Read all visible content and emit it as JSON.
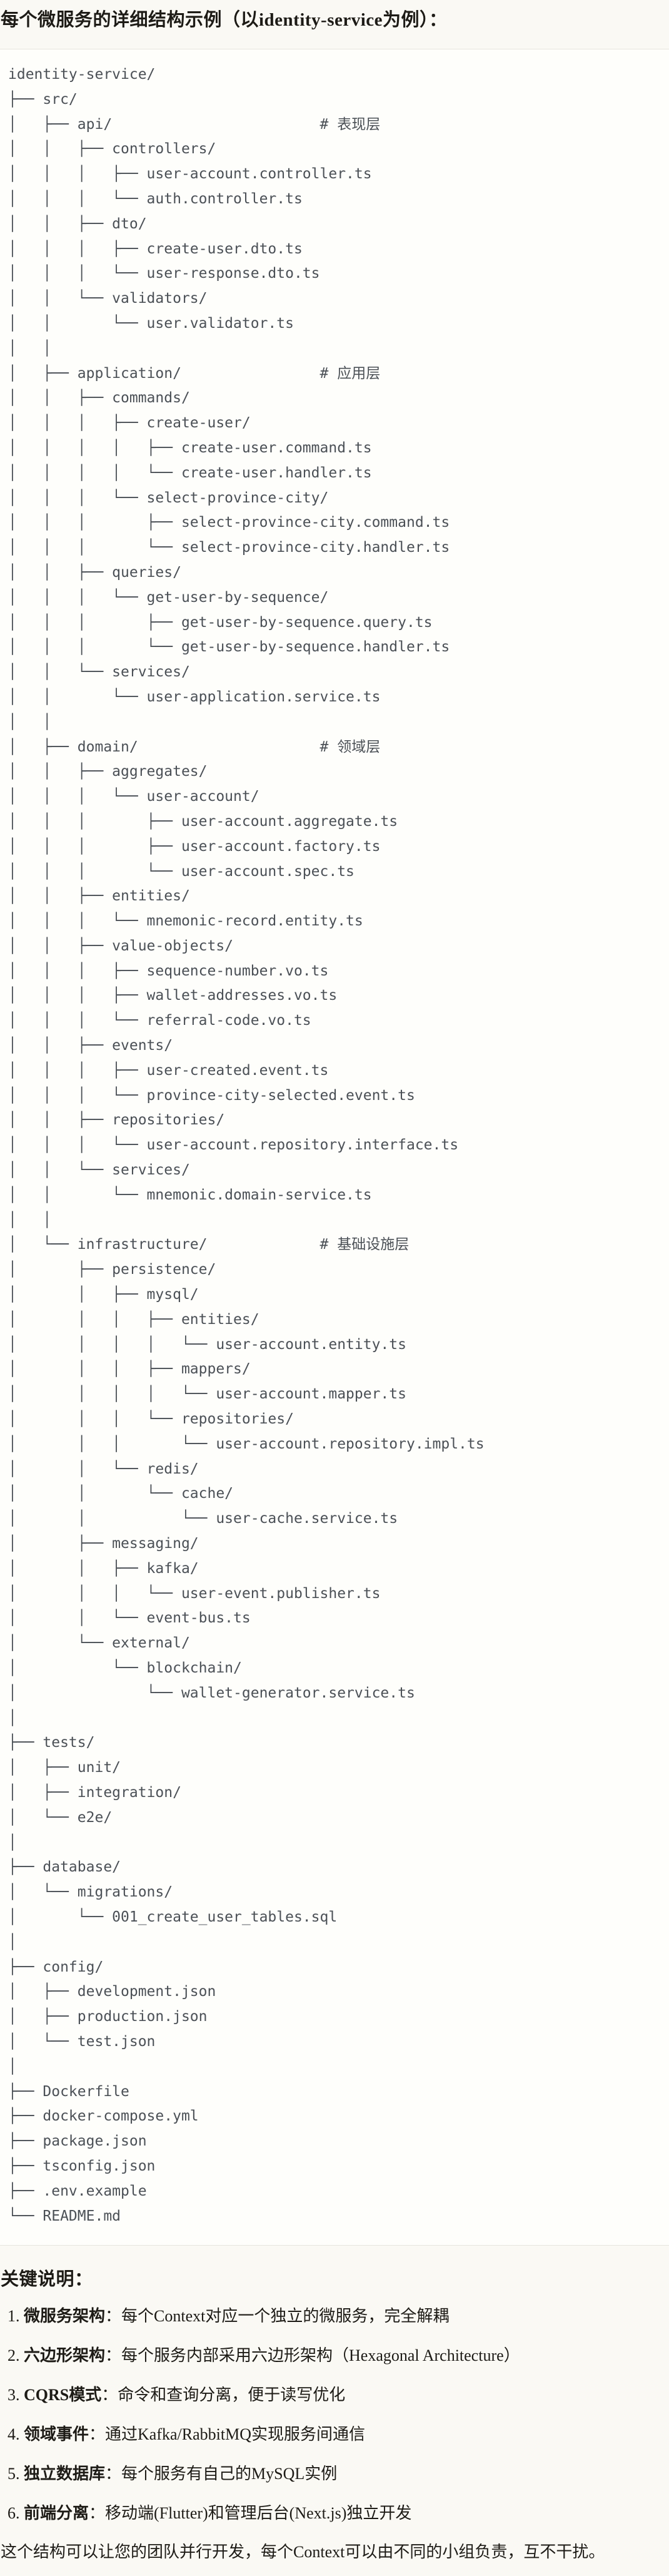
{
  "header": {
    "title": "每个微服务的详细结构示例（以identity-service为例）："
  },
  "code_block": {
    "tree_lines": [
      "identity-service/",
      "├── src/",
      "│   ├── api/                        # 表现层",
      "│   │   ├── controllers/",
      "│   │   │   ├── user-account.controller.ts",
      "│   │   │   └── auth.controller.ts",
      "│   │   ├── dto/",
      "│   │   │   ├── create-user.dto.ts",
      "│   │   │   └── user-response.dto.ts",
      "│   │   └── validators/",
      "│   │       └── user.validator.ts",
      "│   │",
      "│   ├── application/                # 应用层",
      "│   │   ├── commands/",
      "│   │   │   ├── create-user/",
      "│   │   │   │   ├── create-user.command.ts",
      "│   │   │   │   └── create-user.handler.ts",
      "│   │   │   └── select-province-city/",
      "│   │   │       ├── select-province-city.command.ts",
      "│   │   │       └── select-province-city.handler.ts",
      "│   │   ├── queries/",
      "│   │   │   └── get-user-by-sequence/",
      "│   │   │       ├── get-user-by-sequence.query.ts",
      "│   │   │       └── get-user-by-sequence.handler.ts",
      "│   │   └── services/",
      "│   │       └── user-application.service.ts",
      "│   │",
      "│   ├── domain/                     # 领域层",
      "│   │   ├── aggregates/",
      "│   │   │   └── user-account/",
      "│   │   │       ├── user-account.aggregate.ts",
      "│   │   │       ├── user-account.factory.ts",
      "│   │   │       └── user-account.spec.ts",
      "│   │   ├── entities/",
      "│   │   │   └── mnemonic-record.entity.ts",
      "│   │   ├── value-objects/",
      "│   │   │   ├── sequence-number.vo.ts",
      "│   │   │   ├── wallet-addresses.vo.ts",
      "│   │   │   └── referral-code.vo.ts",
      "│   │   ├── events/",
      "│   │   │   ├── user-created.event.ts",
      "│   │   │   └── province-city-selected.event.ts",
      "│   │   ├── repositories/",
      "│   │   │   └── user-account.repository.interface.ts",
      "│   │   └── services/",
      "│   │       └── mnemonic.domain-service.ts",
      "│   │",
      "│   └── infrastructure/             # 基础设施层",
      "│       ├── persistence/",
      "│       │   ├── mysql/",
      "│       │   │   ├── entities/",
      "│       │   │   │   └── user-account.entity.ts",
      "│       │   │   ├── mappers/",
      "│       │   │   │   └── user-account.mapper.ts",
      "│       │   │   └── repositories/",
      "│       │   │       └── user-account.repository.impl.ts",
      "│       │   └── redis/",
      "│       │       └── cache/",
      "│       │           └── user-cache.service.ts",
      "│       ├── messaging/",
      "│       │   ├── kafka/",
      "│       │   │   └── user-event.publisher.ts",
      "│       │   └── event-bus.ts",
      "│       └── external/",
      "│           └── blockchain/",
      "│               └── wallet-generator.service.ts",
      "│",
      "├── tests/",
      "│   ├── unit/",
      "│   ├── integration/",
      "│   └── e2e/",
      "│",
      "├── database/",
      "│   └── migrations/",
      "│       └── 001_create_user_tables.sql",
      "│",
      "├── config/",
      "│   ├── development.json",
      "│   ├── production.json",
      "│   └── test.json",
      "│",
      "├── Dockerfile",
      "├── docker-compose.yml",
      "├── package.json",
      "├── tsconfig.json",
      "├── .env.example",
      "└── README.md"
    ]
  },
  "notes": {
    "heading": "关键说明：",
    "colon": "：",
    "items": [
      {
        "term": "微服务架构",
        "desc": "每个Context对应一个独立的微服务，完全解耦"
      },
      {
        "term": "六边形架构",
        "desc": "每个服务内部采用六边形架构（Hexagonal Architecture）"
      },
      {
        "term": "CQRS模式",
        "desc": "命令和查询分离，便于读写优化"
      },
      {
        "term": "领域事件",
        "desc": "通过Kafka/RabbitMQ实现服务间通信"
      },
      {
        "term": "独立数据库",
        "desc": "每个服务有自己的MySQL实例"
      },
      {
        "term": "前端分离",
        "desc": "移动端(Flutter)和管理后台(Next.js)独立开发"
      }
    ],
    "closing": "这个结构可以让您的团队并行开发，每个Context可以由不同的小组负责，互不干扰。"
  }
}
